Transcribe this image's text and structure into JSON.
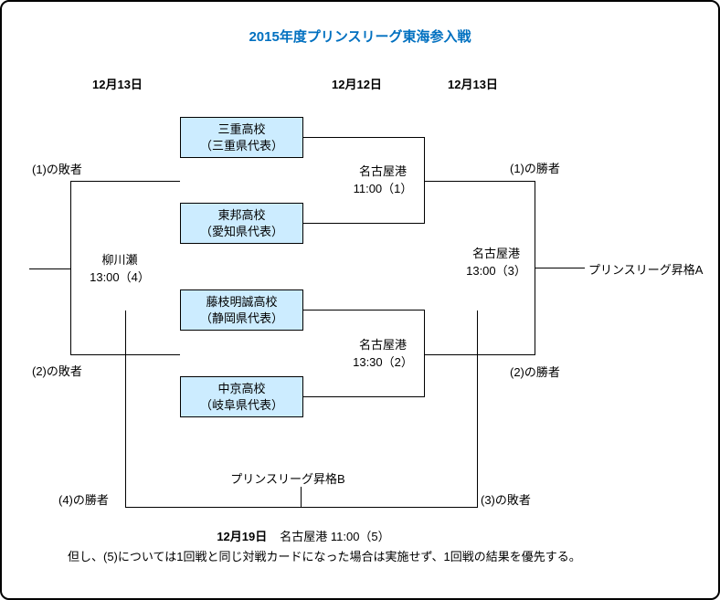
{
  "title": "2015年度プリンスリーグ東海参入戦",
  "dates": [
    "12月13日",
    "12月12日",
    "12月13日"
  ],
  "teams": [
    {
      "name": "三重高校",
      "rep": "（三重県代表）"
    },
    {
      "name": "東邦高校",
      "rep": "（愛知県代表）"
    },
    {
      "name": "藤枝明誠高校",
      "rep": "（静岡県代表）"
    },
    {
      "name": "中京高校",
      "rep": "（岐阜県代表）"
    }
  ],
  "matches": {
    "m1": {
      "venue": "名古屋港",
      "time": "11:00（1）"
    },
    "m2": {
      "venue": "名古屋港",
      "time": "13:30（2）"
    },
    "m3": {
      "venue": "名古屋港",
      "time": "13:00（3）"
    },
    "m4": {
      "venue": "柳川瀬",
      "time": "13:00（4）"
    }
  },
  "labels": {
    "loser1": "(1)の敗者",
    "loser2": "(2)の敗者",
    "winner1": "(1)の勝者",
    "winner2": "(2)の勝者",
    "winner4": "(4)の勝者",
    "loser3": "(3)の敗者",
    "promotion_a": "プリンスリーグ昇格A",
    "promotion_b": "プリンスリーグ昇格B"
  },
  "final_match": {
    "date": "12月19日",
    "info": "名古屋港 11:00（5）"
  },
  "note": "但し、(5)については1回戦と同じ対戦カードになった場合は実施せず、1回戦の結果を優先する。",
  "colors": {
    "title": "#0070C0",
    "box_fill": "#CCECFF",
    "line": "#000000"
  }
}
